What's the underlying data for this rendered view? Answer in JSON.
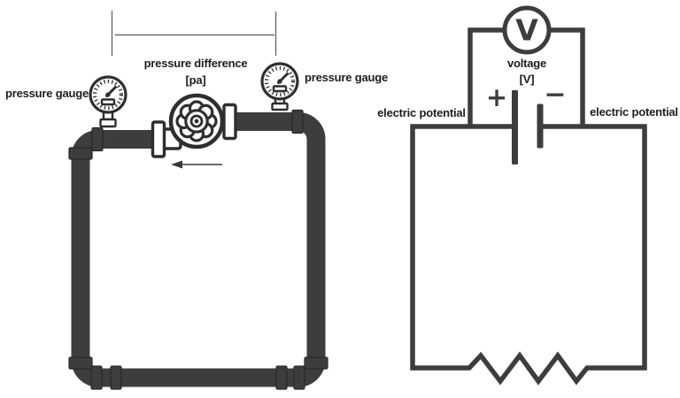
{
  "left_diagram": {
    "title_hint": "hydraulic loop",
    "pressure_gauge_left_label": "pressure gauge",
    "pressure_gauge_right_label": "pressure gauge",
    "pressure_difference_label": "pressure difference",
    "pressure_difference_unit": "[pa]"
  },
  "right_diagram": {
    "title_hint": "electric circuit",
    "voltmeter_letter": "V",
    "voltage_label": "voltage",
    "voltage_unit": "[V]",
    "battery_plus": "+",
    "battery_minus": "−",
    "electric_potential_left_label": "electric potential",
    "electric_potential_right_label": "electric potential"
  },
  "icons": {
    "left": [
      "pipe-loop-icon",
      "pump-icon",
      "pressure-gauge-icon",
      "pressure-gauge-icon",
      "flow-arrow-icon",
      "dimension-bracket-icon"
    ],
    "right": [
      "circuit-wire-icon",
      "voltmeter-icon",
      "battery-icon",
      "resistor-icon"
    ]
  },
  "colors": {
    "pipe": "#3c3d3d",
    "pipe_coupling_edge": "#282828",
    "wire": "#3d3d3d",
    "icon_stroke": "#2e2e2e",
    "guide_line": "#6a6a6a",
    "text": "#1d1d1d",
    "background": "#ffffff"
  }
}
